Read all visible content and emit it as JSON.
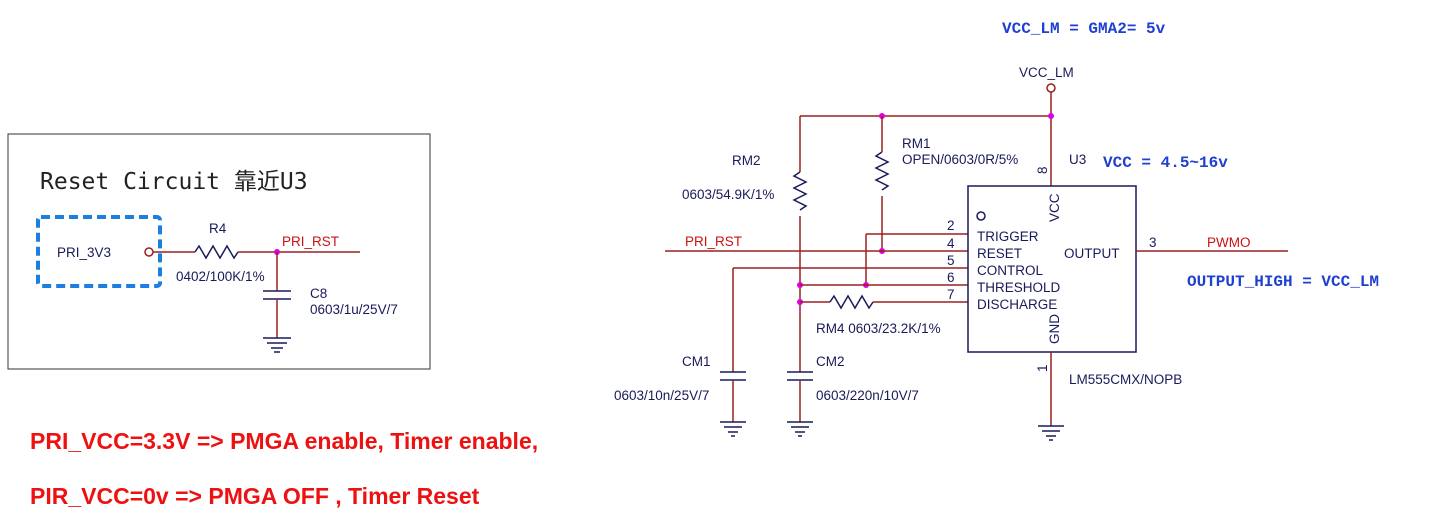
{
  "inset": {
    "title": "Reset Circuit 靠近U3",
    "source_label": "PRI_3V3",
    "r4_ref": "R4",
    "r4_value": "0402/100K/1%",
    "net": "PRI_RST",
    "c8_ref": "C8",
    "c8_value": "0603/1u/25V/7"
  },
  "notes": {
    "vcc_lm": "VCC_LM = GMA2= 5v",
    "vcc_range": "VCC = 4.5~16v",
    "output_high": "OUTPUT_HIGH = VCC_LM",
    "line1": "PRI_VCC=3.3V  => PMGA enable, Timer enable,",
    "line2": "PIR_VCC=0v  => PMGA OFF , Timer Reset"
  },
  "main": {
    "supply": "VCC_LM",
    "rm1_ref": "RM1",
    "rm1_value": "OPEN/0603/0R/5%",
    "rm2_ref": "RM2",
    "rm2_value": "0603/54.9K/1%",
    "rm4_label": "RM4 0603/23.2K/1%",
    "cm1_ref": "CM1",
    "cm1_value": "0603/10n/25V/7",
    "cm2_ref": "CM2",
    "cm2_value": "0603/220n/10V/7",
    "in_net": "PRI_RST",
    "out_net": "PWMO"
  },
  "u3": {
    "ref": "U3",
    "part": "LM555CMX/NOPB",
    "pins": {
      "trigger": "TRIGGER",
      "reset": "RESET",
      "control": "CONTROL",
      "threshold": "THRESHOLD",
      "discharge": "DISCHARGE",
      "output": "OUTPUT",
      "vcc": "VCC",
      "gnd": "GND"
    },
    "pin_numbers": {
      "p2": "2",
      "p4": "4",
      "p5": "5",
      "p6": "6",
      "p7": "7",
      "p3": "3",
      "p8": "8",
      "p1": "1"
    }
  },
  "colors": {
    "wire": "#9a2020",
    "component": "#1a1a5a",
    "junction": "#e000e0",
    "annotation_blue": "#1f3fd0",
    "annotation_red": "#ee1111",
    "source_box": "#1a7fe0"
  }
}
